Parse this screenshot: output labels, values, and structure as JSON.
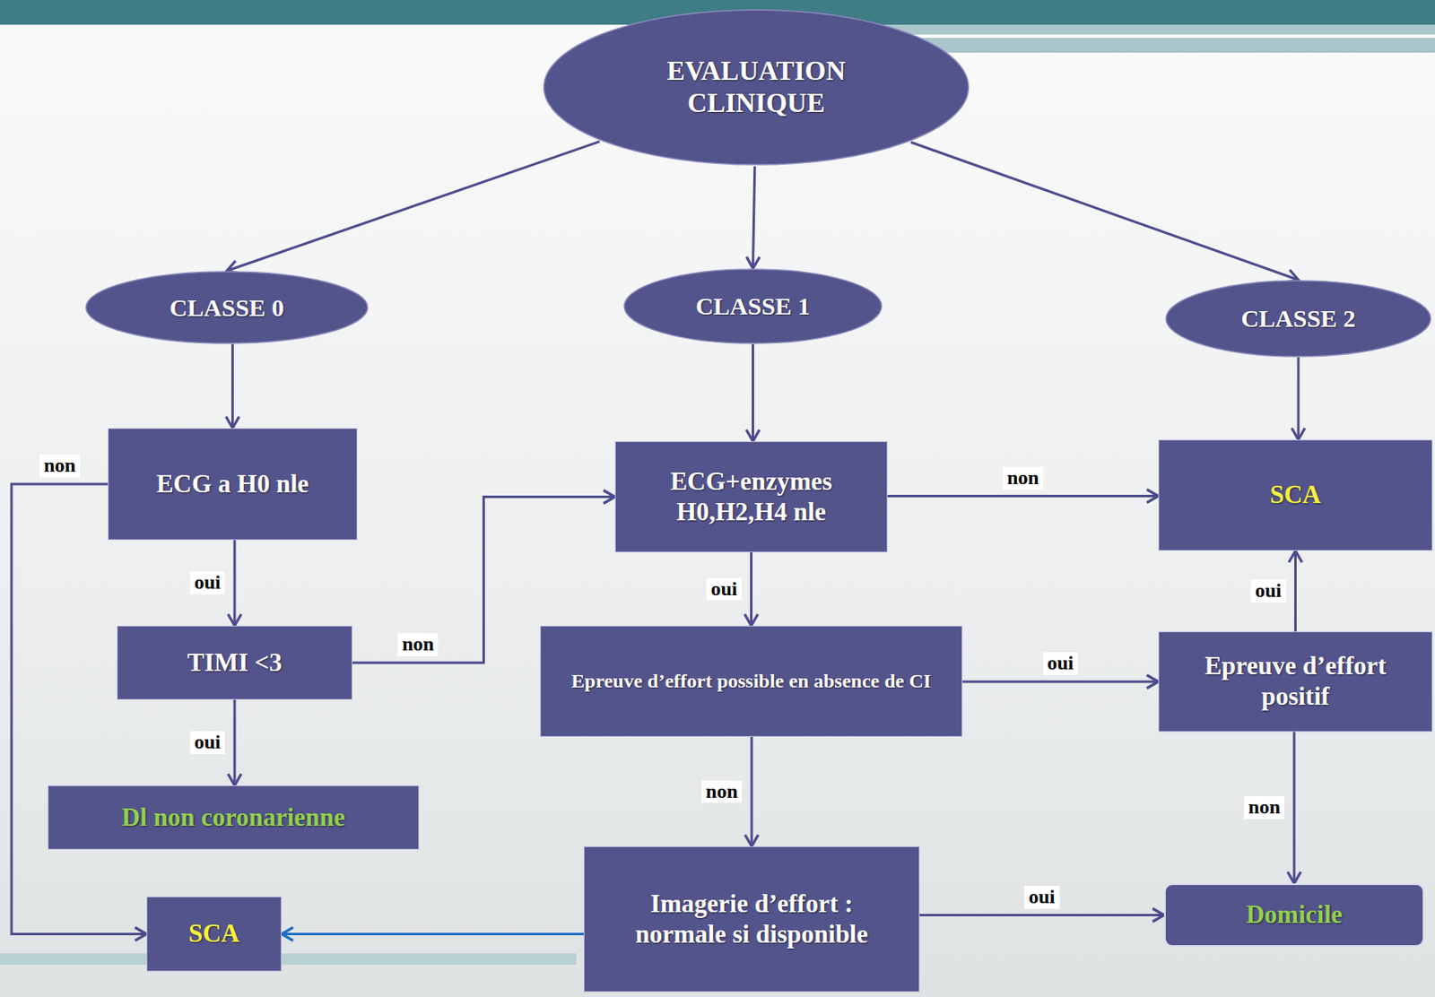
{
  "diagram": {
    "nodes": [
      {
        "text": [
          "EVALUATION CLINIQUE"
        ]
      },
      {
        "text": [
          "CLASSE 0"
        ]
      },
      {
        "text": [
          "CLASSE 1"
        ]
      },
      {
        "text": [
          "CLASSE 2"
        ]
      },
      {
        "text": [
          "ECG a H0 nle"
        ]
      },
      {
        "text": [
          "ECG+enzymes H0,H2,H4 nle"
        ]
      },
      {
        "text": [
          "SCA"
        ]
      },
      {
        "text": [
          "TIMI <3"
        ]
      },
      {
        "text": [
          "Epreuve d’effort possible en absence de CI"
        ]
      },
      {
        "text": [
          "Epreuve d’effort positif"
        ]
      },
      {
        "text": [
          "Dl non coronarienne"
        ]
      },
      {
        "text": [
          "SCA"
        ]
      },
      {
        "text": [
          "Imagerie d’effort : normale si disponible"
        ]
      },
      {
        "text": [
          "Domicile"
        ]
      }
    ],
    "edges": [
      {
        "from": 0,
        "to": 1,
        "arrow": "to"
      },
      {
        "from": 0,
        "to": 2,
        "arrow": "to"
      },
      {
        "from": 0,
        "to": 3,
        "arrow": "to"
      },
      {
        "from": 1,
        "to": 4,
        "arrow": "to"
      },
      {
        "from": 2,
        "to": 5,
        "arrow": "to"
      },
      {
        "from": 3,
        "to": 6,
        "arrow": "to"
      },
      {
        "from": 4,
        "to": 7,
        "label": "oui",
        "arrow": "to"
      },
      {
        "from": 4,
        "to": 11,
        "label": "non",
        "arrow": "to"
      },
      {
        "from": 7,
        "to": 10,
        "label": "oui",
        "arrow": "to"
      },
      {
        "from": 7,
        "to": 5,
        "label": "non",
        "arrow": "to"
      },
      {
        "from": 5,
        "to": 6,
        "label": "non",
        "arrow": "to"
      },
      {
        "from": 5,
        "to": 8,
        "label": "oui",
        "arrow": "to"
      },
      {
        "from": 8,
        "to": 9,
        "label": "oui",
        "arrow": "to"
      },
      {
        "from": 8,
        "to": 12,
        "label": "non",
        "arrow": "to"
      },
      {
        "from": 9,
        "to": 6,
        "label": "oui",
        "arrow": "to"
      },
      {
        "from": 9,
        "to": 13,
        "label": "non",
        "arrow": "to"
      },
      {
        "from": 12,
        "to": 13,
        "label": "oui",
        "arrow": "to"
      },
      {
        "from": 12,
        "to": 11,
        "arrow": "to"
      }
    ]
  }
}
